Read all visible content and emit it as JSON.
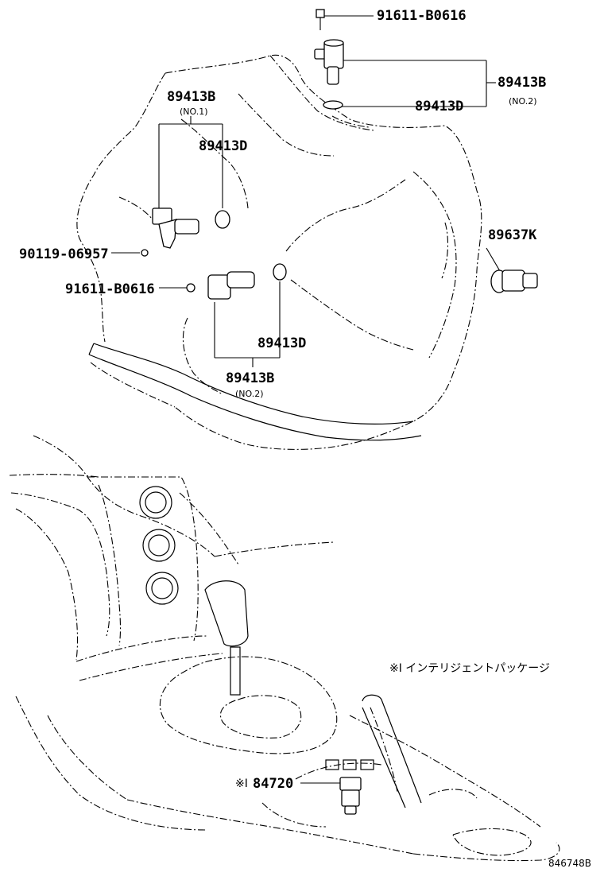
{
  "labels": {
    "bolt_top": "91611-B0616",
    "sensor_no2_top": "89413B",
    "sensor_no2_top_sub": "(NO.2)",
    "oring_top": "89413D",
    "sensor_no1": "89413B",
    "sensor_no1_sub": "(NO.1)",
    "oring_no1": "89413D",
    "bolt_left": "90119-06957",
    "bolt_mid": "91611-B0616",
    "sensor_right": "89637K",
    "oring_bottom": "89413D",
    "sensor_no2_bottom": "89413B",
    "sensor_no2_bottom_sub": "(NO.2)",
    "switch_mark": "※I",
    "switch": "84720"
  },
  "note": "※I インテリジェントパッケージ",
  "diagram_code": "846748B"
}
